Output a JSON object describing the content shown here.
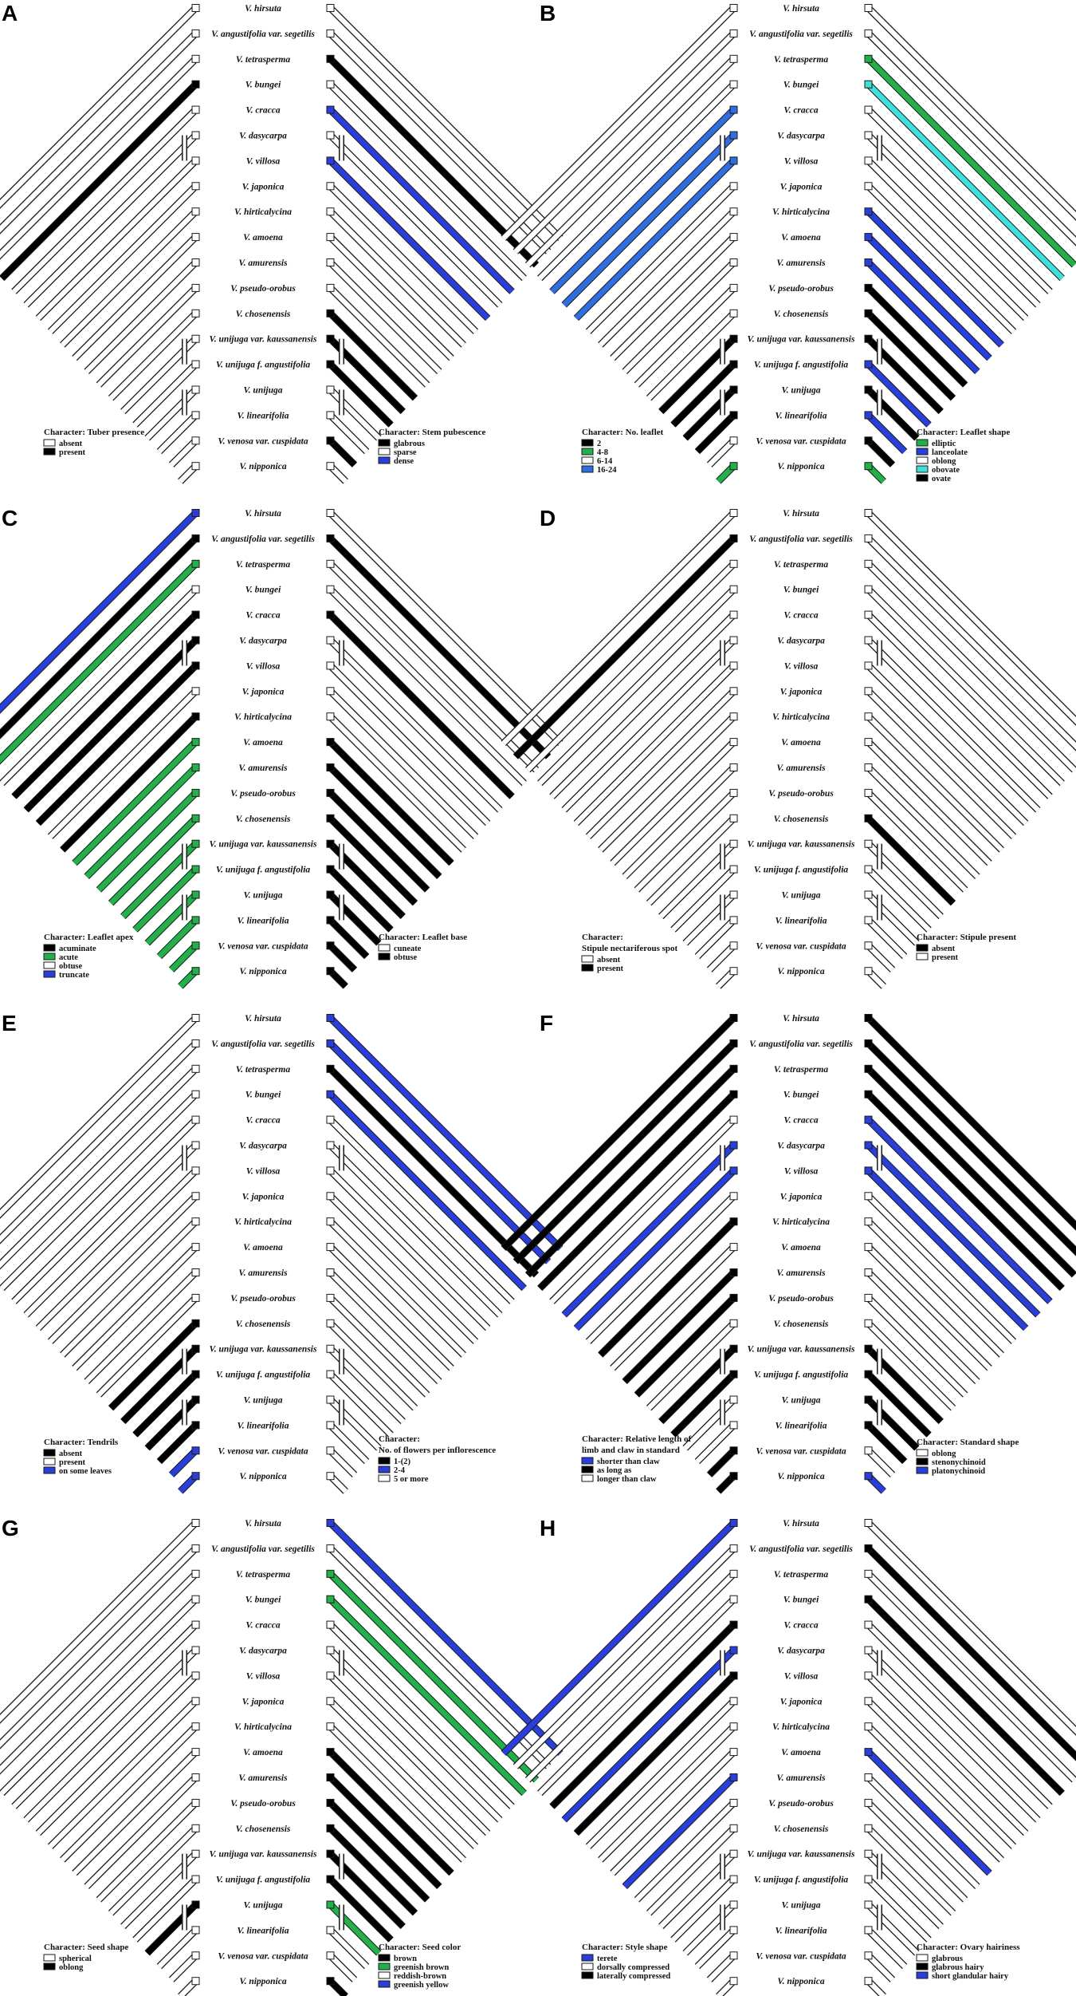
{
  "colors": {
    "black": "#000000",
    "white": "#ffffff",
    "green": "#22b04a",
    "blue": "#2a3fd9",
    "mid_blue": "#2f6ee0",
    "cyan": "#3fe0d8",
    "outline": "#1a1a1a"
  },
  "taxa": [
    "V. hirsuta",
    "V. angustifolia var. segetilis",
    "V. tetrasperma",
    "V. bungei",
    "V. cracca",
    "V. dasycarpa",
    "V. villosa",
    "V. japonica",
    "V. hirticalycina",
    "V. amoena",
    "V. amurensis",
    "V. pseudo-orobus",
    "V. chosenensis",
    "V. unijuga var. kaussanensis",
    "V. unijuga f. angustifolia",
    "V. unijuga",
    "V. linearifolia",
    "V. venosa var. cuspidata",
    "V. nipponica"
  ],
  "panels": [
    {
      "letter": "A",
      "left": {
        "title": [
          "Character: Tuber presence"
        ],
        "legend": [
          {
            "label": "absent",
            "color": "white"
          },
          {
            "label": "present",
            "color": "black"
          }
        ],
        "tips": [
          "white",
          "white",
          "white",
          "black",
          "white",
          "white",
          "white",
          "white",
          "white",
          "white",
          "white",
          "white",
          "white",
          "white",
          "white",
          "white",
          "white",
          "white",
          "white"
        ]
      },
      "right": {
        "title": [
          "Character: Stem pubescence"
        ],
        "legend": [
          {
            "label": "glabrous",
            "color": "black"
          },
          {
            "label": "sparse",
            "color": "white"
          },
          {
            "label": "dense",
            "color": "blue"
          }
        ],
        "tips": [
          "white",
          "white",
          "black",
          "white",
          "blue",
          "white",
          "blue",
          "white",
          "white",
          "white",
          "white",
          "white",
          "black",
          "black",
          "black",
          "white",
          "white",
          "black",
          "white"
        ]
      }
    },
    {
      "letter": "B",
      "left": {
        "title": [
          "Character: No. leaflet"
        ],
        "legend": [
          {
            "label": "2",
            "color": "black"
          },
          {
            "label": "4-8",
            "color": "green"
          },
          {
            "label": "6-14",
            "color": "white"
          },
          {
            "label": "16-24",
            "color": "mid_blue"
          }
        ],
        "tips": [
          "white",
          "white",
          "white",
          "white",
          "mid_blue",
          "mid_blue",
          "mid_blue",
          "white",
          "white",
          "white",
          "white",
          "white",
          "white",
          "black",
          "black",
          "black",
          "black",
          "white",
          "green"
        ]
      },
      "right": {
        "title": [
          "Character: Leaflet shape"
        ],
        "legend": [
          {
            "label": "elliptic",
            "color": "green"
          },
          {
            "label": "lanceolate",
            "color": "blue"
          },
          {
            "label": "oblong",
            "color": "white"
          },
          {
            "label": "obovate",
            "color": "cyan"
          },
          {
            "label": "ovate",
            "color": "black"
          }
        ],
        "tips": [
          "white",
          "white",
          "green",
          "cyan",
          "white",
          "white",
          "white",
          "white",
          "blue",
          "blue",
          "blue",
          "black",
          "black",
          "black",
          "blue",
          "black",
          "blue",
          "black",
          "green"
        ]
      }
    },
    {
      "letter": "C",
      "left": {
        "title": [
          "Character: Leaflet apex"
        ],
        "legend": [
          {
            "label": "acuminate",
            "color": "black"
          },
          {
            "label": "acute",
            "color": "green"
          },
          {
            "label": "obtuse",
            "color": "white"
          },
          {
            "label": "truncate",
            "color": "blue"
          }
        ],
        "tips": [
          "blue",
          "black",
          "green",
          "white",
          "black",
          "black",
          "black",
          "white",
          "black",
          "green",
          "green",
          "green",
          "green",
          "green",
          "green",
          "green",
          "green",
          "green",
          "green"
        ]
      },
      "right": {
        "title": [
          "Character: Leaflet base"
        ],
        "legend": [
          {
            "label": "cuneate",
            "color": "white"
          },
          {
            "label": "obtuse",
            "color": "black"
          }
        ],
        "tips": [
          "white",
          "black",
          "white",
          "white",
          "black",
          "white",
          "white",
          "white",
          "white",
          "black",
          "black",
          "black",
          "black",
          "black",
          "black",
          "black",
          "black",
          "black",
          "black"
        ]
      }
    },
    {
      "letter": "D",
      "left": {
        "title": [
          "Character:",
          "Stipule nectariferous spot"
        ],
        "legend": [
          {
            "label": "absent",
            "color": "white"
          },
          {
            "label": "present",
            "color": "black"
          }
        ],
        "tips": [
          "white",
          "black",
          "white",
          "white",
          "white",
          "white",
          "white",
          "white",
          "white",
          "white",
          "white",
          "white",
          "white",
          "white",
          "white",
          "white",
          "white",
          "white",
          "white"
        ]
      },
      "right": {
        "title": [
          "Character: Stipule present"
        ],
        "legend": [
          {
            "label": "absent",
            "color": "black"
          },
          {
            "label": "present",
            "color": "white"
          }
        ],
        "tips": [
          "white",
          "white",
          "white",
          "white",
          "white",
          "white",
          "white",
          "white",
          "white",
          "white",
          "white",
          "white",
          "black",
          "white",
          "white",
          "white",
          "white",
          "white",
          "white"
        ]
      }
    },
    {
      "letter": "E",
      "left": {
        "title": [
          "Character: Tendrils"
        ],
        "legend": [
          {
            "label": "absent",
            "color": "black"
          },
          {
            "label": "present",
            "color": "white"
          },
          {
            "label": "on some leaves",
            "color": "blue"
          }
        ],
        "tips": [
          "white",
          "white",
          "white",
          "white",
          "white",
          "white",
          "white",
          "white",
          "white",
          "white",
          "white",
          "white",
          "black",
          "black",
          "black",
          "black",
          "black",
          "blue",
          "blue"
        ]
      },
      "right": {
        "title": [
          "Character:",
          "No. of flowers per inflorescence"
        ],
        "legend": [
          {
            "label": "1-(2)",
            "color": "black"
          },
          {
            "label": "2-4",
            "color": "blue"
          },
          {
            "label": "5 or more",
            "color": "white"
          }
        ],
        "tips": [
          "blue",
          "blue",
          "black",
          "blue",
          "white",
          "white",
          "white",
          "white",
          "white",
          "white",
          "white",
          "white",
          "white",
          "white",
          "white",
          "white",
          "white",
          "white",
          "white"
        ]
      }
    },
    {
      "letter": "F",
      "left": {
        "title": [
          "Character: Relative length of",
          "limb and claw in standard"
        ],
        "legend": [
          {
            "label": "shorter than claw",
            "color": "blue"
          },
          {
            "label": "as long as",
            "color": "black"
          },
          {
            "label": "longer than claw",
            "color": "white"
          }
        ],
        "tips": [
          "black",
          "black",
          "black",
          "black",
          "white",
          "blue",
          "blue",
          "white",
          "black",
          "white",
          "black",
          "black",
          "white",
          "black",
          "black",
          "white",
          "white",
          "black",
          "black"
        ]
      },
      "right": {
        "title": [
          "Character: Standard shape"
        ],
        "legend": [
          {
            "label": "oblong",
            "color": "white"
          },
          {
            "label": "stenonychinoid",
            "color": "black"
          },
          {
            "label": "platonychinoid",
            "color": "blue"
          }
        ],
        "tips": [
          "black",
          "black",
          "black",
          "black",
          "blue",
          "blue",
          "blue",
          "white",
          "white",
          "white",
          "white",
          "white",
          "white",
          "black",
          "black",
          "black",
          "black",
          "white",
          "blue"
        ]
      }
    },
    {
      "letter": "G",
      "left": {
        "title": [
          "Character: Seed shape"
        ],
        "legend": [
          {
            "label": "spherical",
            "color": "white"
          },
          {
            "label": "oblong",
            "color": "black"
          }
        ],
        "tips": [
          "white",
          "white",
          "white",
          "white",
          "white",
          "white",
          "white",
          "white",
          "white",
          "white",
          "white",
          "white",
          "white",
          "white",
          "white",
          "black",
          "white",
          "white",
          "white"
        ]
      },
      "right": {
        "title": [
          "Character: Seed color"
        ],
        "legend": [
          {
            "label": "brown",
            "color": "black"
          },
          {
            "label": "greenish brown",
            "color": "green"
          },
          {
            "label": "reddish-brown",
            "color": "white"
          },
          {
            "label": "greenish yellow",
            "color": "blue"
          }
        ],
        "tips": [
          "blue",
          "white",
          "green",
          "green",
          "white",
          "white",
          "white",
          "white",
          "white",
          "black",
          "black",
          "black",
          "black",
          "black",
          "black",
          "green",
          "white",
          "white",
          "black"
        ]
      }
    },
    {
      "letter": "H",
      "left": {
        "title": [
          "Character: Style shape"
        ],
        "legend": [
          {
            "label": "terete",
            "color": "blue"
          },
          {
            "label": "dorsally compressed",
            "color": "white"
          },
          {
            "label": "laterally compressed",
            "color": "black"
          }
        ],
        "tips": [
          "blue",
          "white",
          "white",
          "white",
          "black",
          "blue",
          "black",
          "white",
          "white",
          "white",
          "blue",
          "white",
          "white",
          "white",
          "white",
          "white",
          "white",
          "white",
          "white"
        ]
      },
      "right": {
        "title": [
          "Character: Ovary hairiness"
        ],
        "legend": [
          {
            "label": "glabrous",
            "color": "white"
          },
          {
            "label": "glabrous hairy",
            "color": "black"
          },
          {
            "label": "short glandular hairy",
            "color": "blue"
          }
        ],
        "tips": [
          "white",
          "black",
          "white",
          "black",
          "white",
          "white",
          "white",
          "white",
          "white",
          "blue",
          "white",
          "white",
          "white",
          "white",
          "white",
          "white",
          "white",
          "white",
          "white"
        ]
      }
    }
  ]
}
